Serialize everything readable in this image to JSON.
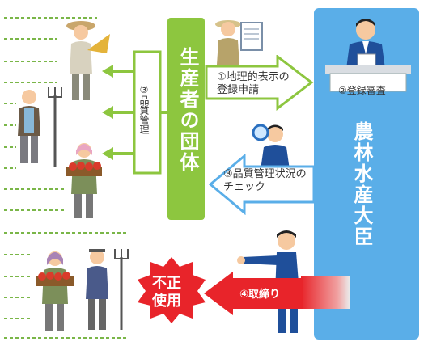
{
  "producer_group": {
    "label": "生産者の団体",
    "color": "#8dc63f"
  },
  "ministry": {
    "label": "農林水産大臣",
    "color": "#5aaee8"
  },
  "quality_management": {
    "label": "③品質管理"
  },
  "application": {
    "line1": "①地理的表示の",
    "line2": "登録申請"
  },
  "registration_review": {
    "label": "②登録審査"
  },
  "quality_check": {
    "line1": "③品質管理状況の",
    "line2": "チェック"
  },
  "enforcement": {
    "label": "④取締り",
    "color": "#e8242a"
  },
  "illegal_use": {
    "line1": "不正",
    "line2": "使用"
  },
  "icons": [
    "farmer-holding-wheat-icon",
    "farmer-with-pitchfork-icon",
    "farmer-holding-tomatoes-icon",
    "inspector-holding-document-icon",
    "official-at-desk-icon",
    "inspector-with-magnifier-icon",
    "official-pointing-icon",
    "illegal-user-woman-icon",
    "illegal-user-man-icon"
  ]
}
